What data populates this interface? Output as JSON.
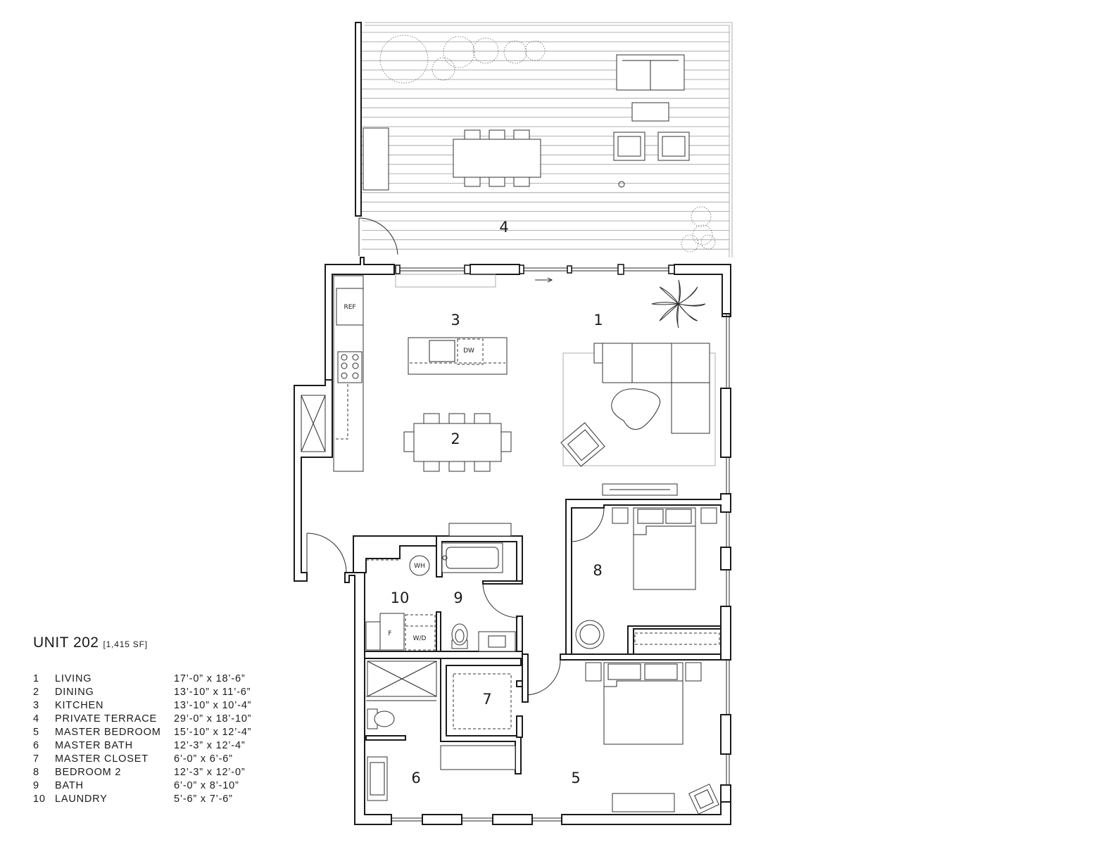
{
  "unit": {
    "title": "UNIT 202",
    "area": "[1,415 SF]"
  },
  "rooms": [
    {
      "num": "1",
      "name": "LIVING",
      "dim": "17’-0” x 18’-6”"
    },
    {
      "num": "2",
      "name": "DINING",
      "dim": "13’-10” x 11’-6”"
    },
    {
      "num": "3",
      "name": "KITCHEN",
      "dim": "13’-10” x 10’-4”"
    },
    {
      "num": "4",
      "name": "PRIVATE TERRACE",
      "dim": "29’-0” x 18’-10”"
    },
    {
      "num": "5",
      "name": "MASTER BEDROOM",
      "dim": "15’-10” x 12’-4”"
    },
    {
      "num": "6",
      "name": "MASTER BATH",
      "dim": "12’-3” x 12’-4”"
    },
    {
      "num": "7",
      "name": "MASTER CLOSET",
      "dim": "6’-0” x 6’-6”"
    },
    {
      "num": "8",
      "name": "BEDROOM 2",
      "dim": "12’-3” x 12’-0”"
    },
    {
      "num": "9",
      "name": "BATH",
      "dim": "6’-0” x 8’-10”"
    },
    {
      "num": "10",
      "name": "LAUNDRY",
      "dim": "5’-6” x 7’-6”"
    }
  ],
  "fixtures": {
    "ref": "REF",
    "dw": "DW",
    "wh": "WH",
    "f": "F",
    "wd": "W/D"
  }
}
